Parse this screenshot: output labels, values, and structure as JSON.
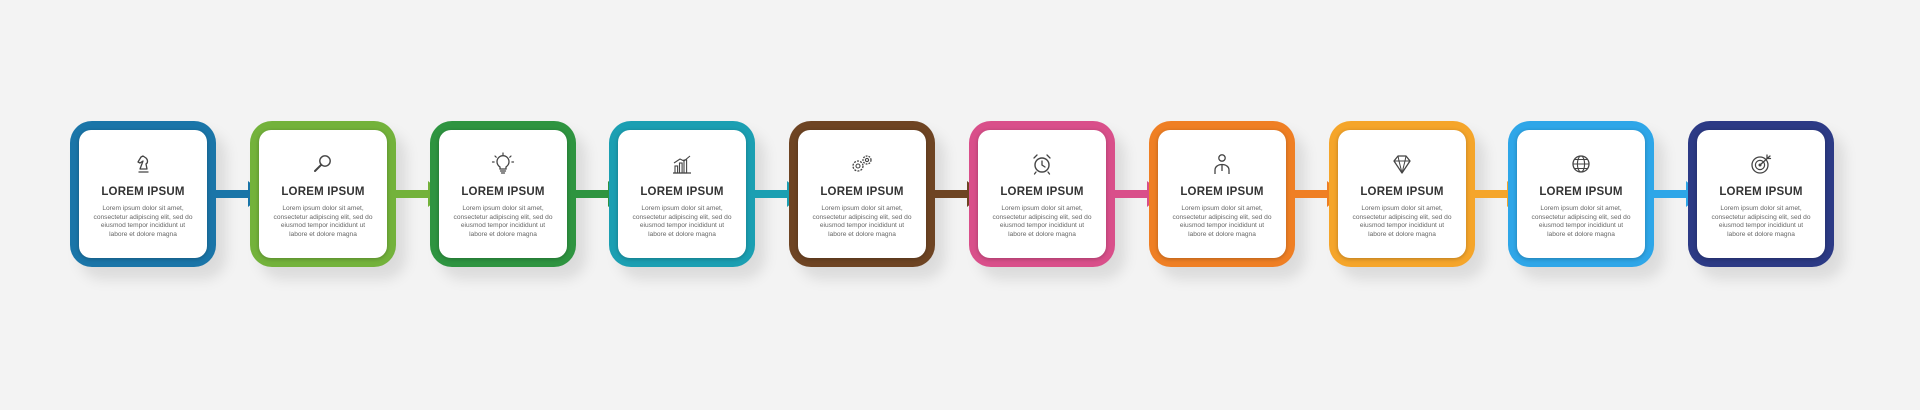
{
  "steps": [
    {
      "title": "LOREM IPSUM",
      "text": "Lorem ipsum dolor sit amet, consectetur adipiscing elit, sed do eiusmod tempor incididunt ut labore et dolore magna",
      "color": "#1a75a8",
      "icon": "chess-knight-icon"
    },
    {
      "title": "LOREM IPSUM",
      "text": "Lorem ipsum dolor sit amet, consectetur adipiscing elit, sed do eiusmod tempor incididunt ut labore et dolore magna",
      "color": "#73b23b",
      "icon": "magnifier-icon"
    },
    {
      "title": "LOREM IPSUM",
      "text": "Lorem ipsum dolor sit amet, consectetur adipiscing elit, sed do eiusmod tempor incididunt ut labore et dolore magna",
      "color": "#2e9440",
      "icon": "light-bulb-icon"
    },
    {
      "title": "LOREM IPSUM",
      "text": "Lorem ipsum dolor sit amet, consectetur adipiscing elit, sed do eiusmod tempor incididunt ut labore et dolore magna",
      "color": "#1b9fb2",
      "icon": "bar-chart-icon"
    },
    {
      "title": "LOREM IPSUM",
      "text": "Lorem ipsum dolor sit amet, consectetur adipiscing elit, sed do eiusmod tempor incididunt ut labore et dolore magna",
      "color": "#6e4423",
      "icon": "gears-icon"
    },
    {
      "title": "LOREM IPSUM",
      "text": "Lorem ipsum dolor sit amet, consectetur adipiscing elit, sed do eiusmod tempor incididunt ut labore et dolore magna",
      "color": "#d94f8a",
      "icon": "alarm-clock-icon"
    },
    {
      "title": "LOREM IPSUM",
      "text": "Lorem ipsum dolor sit amet, consectetur adipiscing elit, sed do eiusmod tempor incididunt ut labore et dolore magna",
      "color": "#ef7f24",
      "icon": "person-icon"
    },
    {
      "title": "LOREM IPSUM",
      "text": "Lorem ipsum dolor sit amet, consectetur adipiscing elit, sed do eiusmod tempor incididunt ut labore et dolore magna",
      "color": "#f5a52a",
      "icon": "diamond-icon"
    },
    {
      "title": "LOREM IPSUM",
      "text": "Lorem ipsum dolor sit amet, consectetur adipiscing elit, sed do eiusmod tempor incididunt ut labore et dolore magna",
      "color": "#2ea6e8",
      "icon": "globe-icon"
    },
    {
      "title": "LOREM IPSUM",
      "text": "Lorem ipsum dolor sit amet, consectetur adipiscing elit, sed do eiusmod tempor incididunt ut labore et dolore magna",
      "color": "#2c3a85",
      "icon": "target-icon"
    }
  ]
}
